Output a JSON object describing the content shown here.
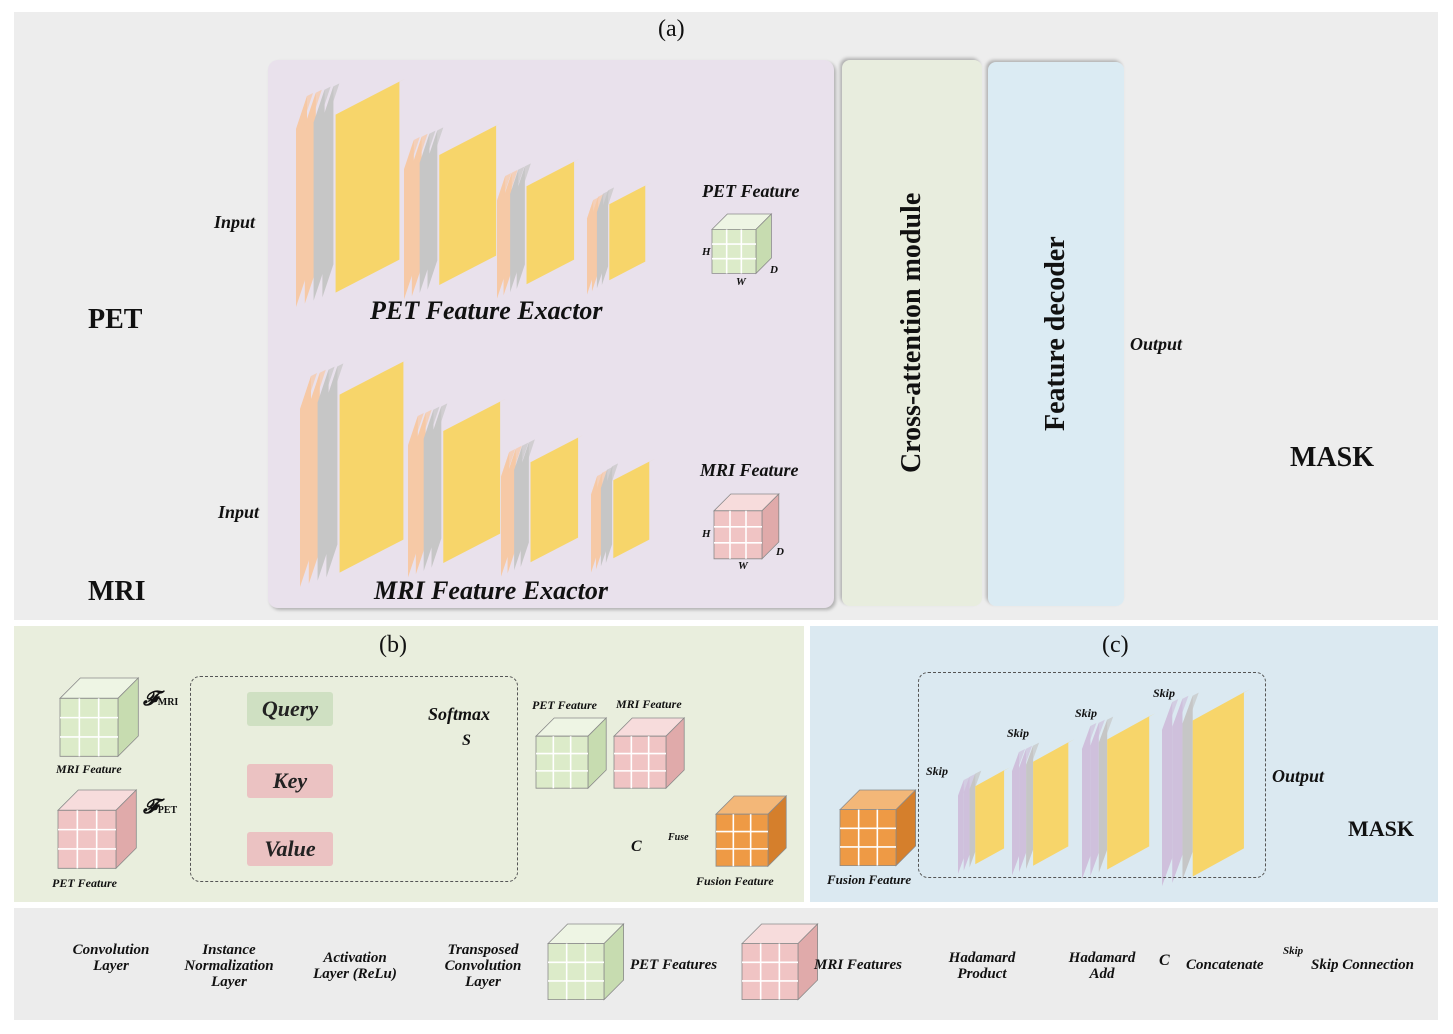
{
  "panel_a": {
    "label": "(a)",
    "pet_label": "PET",
    "mri_label": "MRI",
    "input_label_1": "Input",
    "input_label_2": "Input",
    "pet_extractor_title": "PET Feature Exactor",
    "mri_extractor_title": "MRI Feature Exactor",
    "pet_feature_label": "PET Feature",
    "mri_feature_label": "MRI Feature",
    "cross_attention_label": "Cross-attention module",
    "feature_decoder_label": "Feature decoder",
    "output_label": "Output",
    "mask_label": "MASK",
    "axis_h": "H",
    "axis_w": "W",
    "axis_d": "D"
  },
  "panel_b": {
    "label": "(b)",
    "f_mri": "𝓕MRI",
    "f_pet": "𝓕PET",
    "mri_feature_label": "MRI Feature",
    "pet_feature_label": "PET Feature",
    "query_label": "Query",
    "key_label": "Key",
    "value_label": "Value",
    "softmax_label": "Softmax",
    "softmax_symbol": "S",
    "pet_feature_top": "PET Feature",
    "mri_feature_top": "MRI Feature",
    "fuse_label": "Fuse",
    "fusion_feature_label": "Fusion Feature",
    "concat_symbol": "C"
  },
  "panel_c": {
    "label": "(c)",
    "skip_labels": [
      "Skip",
      "Skip",
      "Skip",
      "Skip"
    ],
    "output_label": "Output",
    "mask_label": "MASK",
    "fusion_feature_label": "Fusion Feature"
  },
  "legend": {
    "conv": "Convolution Layer",
    "inorm": "Instance Normalization Layer",
    "act": "Activation Layer (ReLu)",
    "tconv": "Transposed Convolution Layer",
    "pet_features": "PET Features",
    "mri_features": "MRI Features",
    "hadamard_product": "Hadamard Product",
    "hadamard_add": "Hadamard Add",
    "concatenate": "Concatenate",
    "skip_small": "Skip",
    "skip_connection": "Skip Connection"
  },
  "colors": {
    "conv_yellow": "#f7d56a",
    "norm_gray": "#c6c6c6",
    "peach": "#f6c9a6",
    "transposed_purple": "#cfc0dc",
    "pet_green": "#dcebc9",
    "mri_pink": "#f0c4c4",
    "fusion_orange": "#ee9a45",
    "skip_red": "#e33"
  }
}
